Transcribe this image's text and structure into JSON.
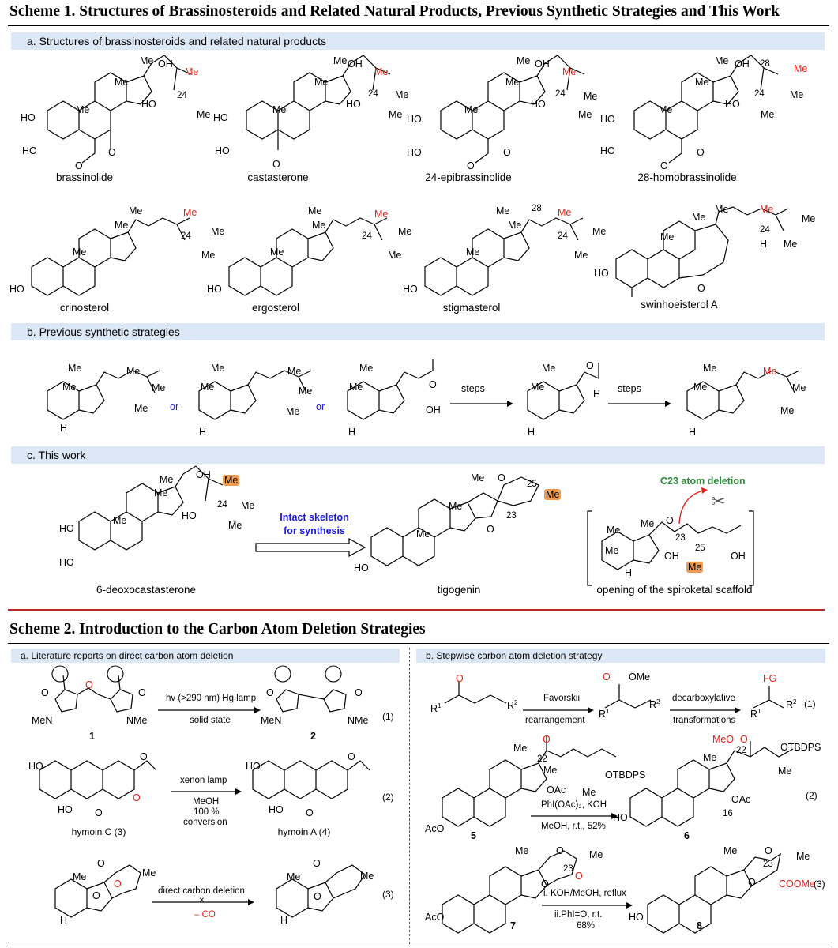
{
  "scheme1": {
    "title": "Scheme 1. Structures of Brassinosteroids and Related Natural Products, Previous Synthetic Strategies and This Work",
    "section_a": "a.  Structures of brassinosteroids and related natural products",
    "section_b": "b. Previous synthetic strategies",
    "section_c": "c. This work",
    "compounds_row1": [
      "brassinolide",
      "castasterone",
      "24-epibrassinolide",
      "28-homobrassinolide"
    ],
    "compounds_row2": [
      "crinosterol",
      "ergosterol",
      "stigmasterol",
      "swinhoeisterol A"
    ],
    "strategy_or": "or",
    "strategy_steps": "steps",
    "this_work": {
      "left": "6-deoxocastasterone",
      "arrow_text_1": "Intact skeleton",
      "arrow_text_2": "for synthesis",
      "middle": "tigogenin",
      "right": "opening of the spiroketal scaffold",
      "deletion_label": "C23 atom deletion"
    }
  },
  "scheme2": {
    "title": "Scheme 2. Introduction to the Carbon Atom Deletion Strategies",
    "panel_a": "a. Literature reports on direct carbon atom deletion",
    "panel_b": "b. Stepwise carbon atom deletion strategy",
    "rxn1": {
      "above": "hv (>290 nm) Hg lamp",
      "below": "solid state",
      "eq": "(1)",
      "sm": "1",
      "pdt": "2"
    },
    "rxn2": {
      "above": "xenon lamp",
      "below1": "MeOH",
      "below2": "100 %",
      "below3": "conversion",
      "eq": "(2)",
      "sm": "hymoin C (3)",
      "pdt": "hymoin A (4)"
    },
    "rxn3": {
      "above": "direct carbon deletion",
      "below": "– CO",
      "eq": "(3)"
    },
    "b1": {
      "above1": "Favorskii",
      "below1": "rearrangement",
      "above2": "decarboxylative",
      "below2": "transformations",
      "eq": "(1)"
    },
    "b2": {
      "above": "PhI(OAc)₂, KOH",
      "below": "MeOH, r.t., 52%",
      "eq": "(2)",
      "sm": "5",
      "pdt": "6"
    },
    "b3": {
      "above": "i. KOH/MeOH, reflux",
      "below1": "ii.PhI=O, r.t.",
      "below2": "68%",
      "eq": "(3)",
      "sm": "7",
      "pdt": "8"
    }
  },
  "atom_labels": {
    "me": "Me",
    "oh": "OH",
    "ho": "HO",
    "h": "H",
    "o": "O",
    "ho_dash": "HO",
    "c24": "24",
    "c28": "28",
    "c25": "25",
    "c23": "23",
    "c22": "22",
    "c16": "16",
    "otbdps": "OTBDPS",
    "oac": "OAc",
    "aco": "AcO",
    "meo": "MeO",
    "coome": "COOMe",
    "fg": "FG",
    "ome": "OMe",
    "r1": "R",
    "r2": "R"
  },
  "colors": {
    "accent_red": "#e0241b",
    "band": "#dce8f6",
    "rule_red": "#b42a2a",
    "highlight": "#ee9b4f",
    "blue": "#1a1ad6",
    "green": "#2c8a3a"
  }
}
